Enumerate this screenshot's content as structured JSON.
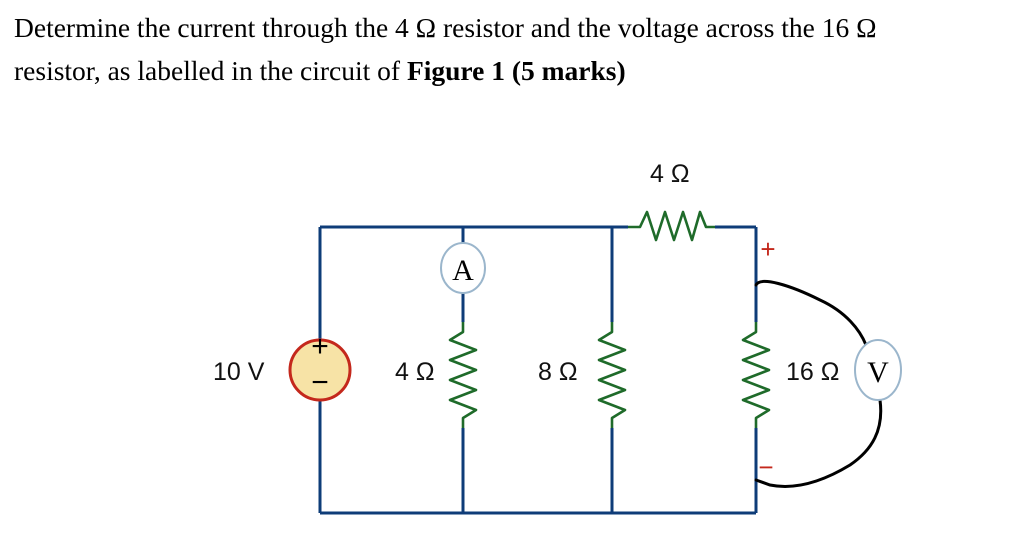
{
  "question": {
    "text": "Determine the current through the 4 Ω resistor and the voltage across the 16 Ω\nresistor, as labelled in the circuit of ",
    "bold": "Figure 1 (5 marks)"
  },
  "circuit": {
    "source_label": "10 V",
    "source_plus": "+",
    "source_minus": "−",
    "r1_label": "4 Ω",
    "r2_label": "8 Ω",
    "r3_label": "4 Ω",
    "r4_label": "16 Ω",
    "ammeter_label": "A",
    "voltmeter_label": "V",
    "plus_mark": "+",
    "minus_mark": "−",
    "colors": {
      "wire": "#0e3c78",
      "resistor": "#1f6b2a",
      "source_fill": "#f7e3a6",
      "source_ring": "#c4281c",
      "probe": "#000000",
      "meter_ring": "#9bb6cc"
    }
  }
}
